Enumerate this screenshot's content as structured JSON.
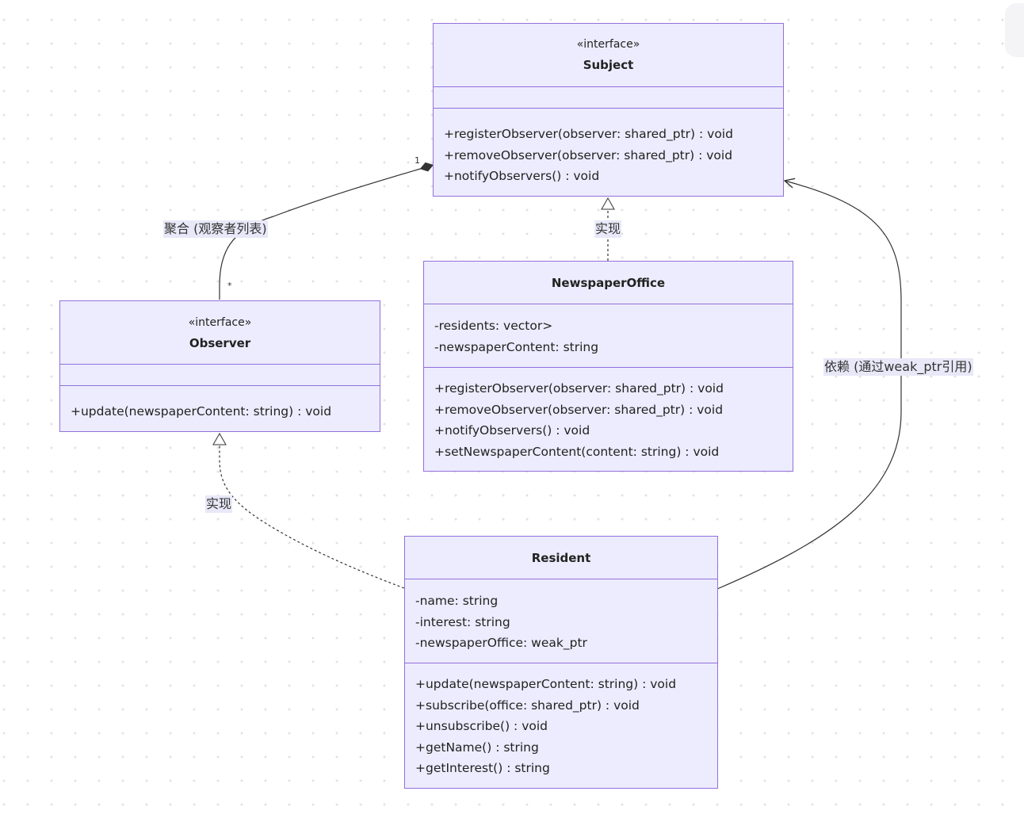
{
  "classes": {
    "subject": {
      "stereotype": "«interface»",
      "name": "Subject",
      "attributes": [],
      "methods": [
        "+registerObserver(observer: shared_ptr) : void",
        "+removeObserver(observer: shared_ptr) : void",
        "+notifyObservers() : void"
      ]
    },
    "observer": {
      "stereotype": "«interface»",
      "name": "Observer",
      "attributes": [],
      "methods": [
        "+update(newspaperContent: string) : void"
      ]
    },
    "newspaper_office": {
      "name": "NewspaperOffice",
      "attributes": [
        "-residents: vector>",
        "-newspaperContent: string"
      ],
      "methods": [
        "+registerObserver(observer: shared_ptr) : void",
        "+removeObserver(observer: shared_ptr) : void",
        "+notifyObservers() : void",
        "+setNewspaperContent(content: string) : void"
      ]
    },
    "resident": {
      "name": "Resident",
      "attributes": [
        "-name: string",
        "-interest: string",
        "-newspaperOffice: weak_ptr"
      ],
      "methods": [
        "+update(newspaperContent: string) : void",
        "+subscribe(office: shared_ptr) : void",
        "+unsubscribe() : void",
        "+getName() : string",
        "+getInterest() : string"
      ]
    }
  },
  "relations": {
    "aggregation": {
      "label": "聚合 (观察者列表)",
      "mult_subject": "1",
      "mult_observer": "*"
    },
    "realize_office": {
      "label": "实现"
    },
    "realize_resident": {
      "label": "实现"
    },
    "dependency": {
      "label": "依赖 (通过weak_ptr引用)"
    }
  },
  "colors": {
    "box_fill": "#ececfe",
    "box_border": "#9370db",
    "edge": "#333333",
    "label_bg": "#e8e8f8"
  }
}
